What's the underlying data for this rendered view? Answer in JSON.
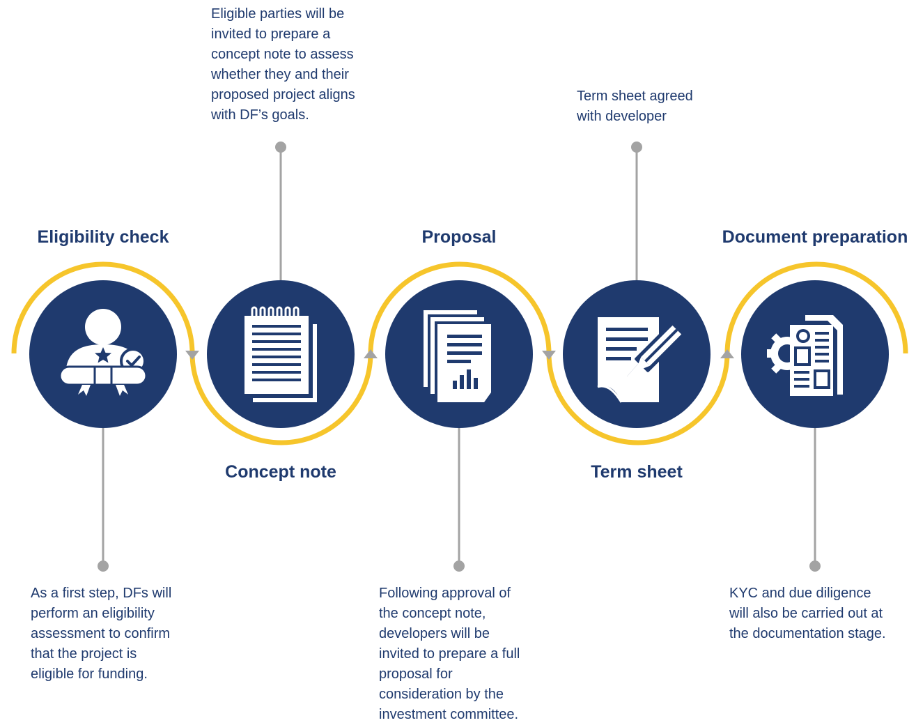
{
  "colors": {
    "navy": "#1f3a6e",
    "gold": "#f6c52b",
    "connector": "#a3a3a3"
  },
  "steps": [
    {
      "title": "Eligibility check",
      "icon": "user-certificate-icon",
      "lines": [
        "As a first step, DFs will",
        "perform an eligibility",
        "assessment to confirm",
        "that the project is",
        "eligible for funding."
      ]
    },
    {
      "title": "Concept note",
      "icon": "notepad-icon",
      "lines": [
        "Eligible parties will be",
        "invited to prepare a",
        "concept note to assess",
        "whether they and their",
        "proposed project aligns",
        "with DF’s goals."
      ]
    },
    {
      "title": "Proposal",
      "icon": "report-chart-icon",
      "lines": [
        "Following approval of",
        "the concept note,",
        "developers will be",
        "invited to prepare a full",
        "proposal for",
        "consideration by the",
        "investment committee."
      ]
    },
    {
      "title": "Term sheet",
      "icon": "contract-signing-icon",
      "lines": [
        "Term sheet agreed",
        "with developer"
      ]
    },
    {
      "title": "Document preparation",
      "icon": "document-gear-icon",
      "lines": [
        "KYC and due diligence",
        "will also be carried out at",
        "the documentation stage."
      ]
    }
  ]
}
